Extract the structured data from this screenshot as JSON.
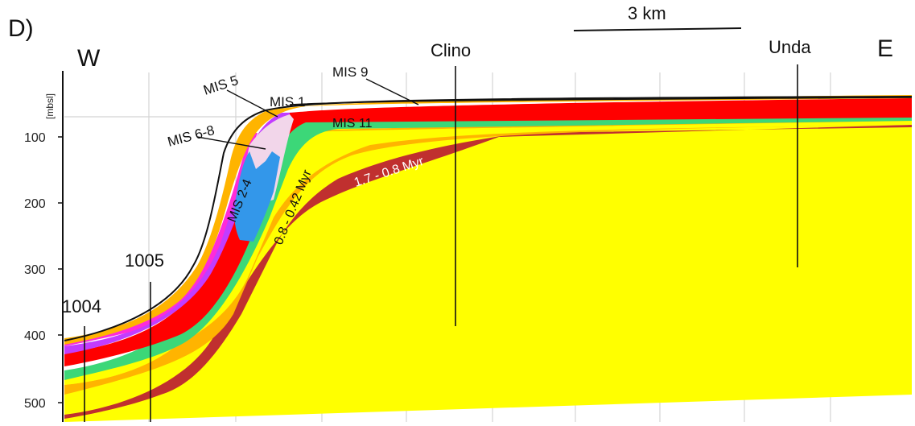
{
  "panel_label": "D)",
  "scale_bar": {
    "label": "3 km"
  },
  "directions": {
    "west": "W",
    "east": "E"
  },
  "y_axis": {
    "unit": "[mbsl]",
    "ticks": [
      "100",
      "200",
      "300",
      "400",
      "500"
    ]
  },
  "wells": {
    "w1004": "1004",
    "w1005": "1005",
    "clino": "Clino",
    "unda": "Unda"
  },
  "unit_labels": {
    "mis5": "MIS 5",
    "mis9": "MIS 9",
    "mis1": "MIS 1",
    "mis11": "MIS 11",
    "mis68": "MIS 6-8",
    "mis24": "MIS 2-4",
    "age_08_042": "0.8 - 0.42 Myr",
    "age_17_08": "1.7 - 0.8 Myr"
  },
  "colors": {
    "yellow": "#ffff00",
    "orange": "#ffb400",
    "red": "#ff0000",
    "green": "#3cd778",
    "darkred": "#c0302f",
    "purple": "#c23cff",
    "magenta": "#ff2bd8",
    "lightpink": "#f2d6ea",
    "blue": "#3397ea"
  }
}
